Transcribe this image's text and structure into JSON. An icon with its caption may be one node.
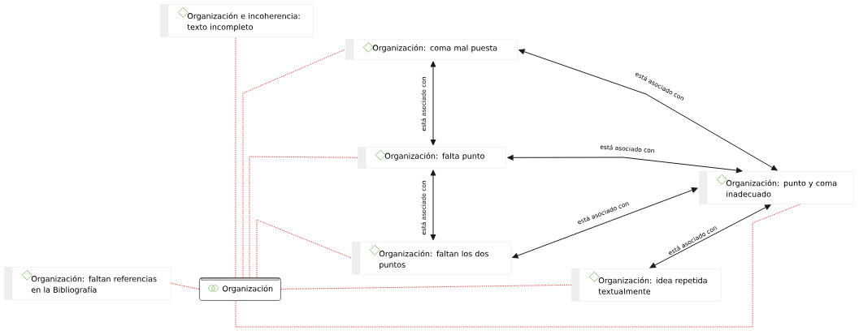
{
  "diagram": {
    "nodes": [
      {
        "text": [
          "Organización"
        ]
      },
      {
        "text": [
          "Organización e incoherencia: texto incompleto"
        ]
      },
      {
        "text": [
          "Organización: coma mal puesta"
        ]
      },
      {
        "text": [
          "Organización: falta punto"
        ]
      },
      {
        "text": [
          "Organización: faltan los dos puntos"
        ]
      },
      {
        "text": [
          "Organización: faltan referencias en la Bibliografía"
        ]
      },
      {
        "text": [
          "Organización: punto y coma inadecuado"
        ]
      },
      {
        "text": [
          "Organización: idea repetida textualmente"
        ]
      }
    ],
    "edges": [
      {
        "from": 0,
        "to": 1,
        "arrow": "none",
        "style": "dashed"
      },
      {
        "from": 0,
        "to": 2,
        "arrow": "none",
        "style": "dashed"
      },
      {
        "from": 0,
        "to": 3,
        "arrow": "none",
        "style": "dashed"
      },
      {
        "from": 0,
        "to": 4,
        "arrow": "none",
        "style": "dashed"
      },
      {
        "from": 0,
        "to": 5,
        "arrow": "none",
        "style": "dashed"
      },
      {
        "from": 0,
        "to": 7,
        "arrow": "none",
        "style": "dashed"
      },
      {
        "from": 0,
        "to": 6,
        "arrow": "none",
        "style": "dashed"
      },
      {
        "from": 2,
        "to": 3,
        "arrow": "both",
        "label": "está asociado con",
        "color": "#1a1a1a"
      },
      {
        "from": 3,
        "to": 4,
        "arrow": "both",
        "label": "está asociado con",
        "color": "#1a1a1a"
      },
      {
        "from": 2,
        "to": 6,
        "arrow": "both",
        "label": "está asociado con",
        "color": "#1a1a1a"
      },
      {
        "from": 3,
        "to": 6,
        "arrow": "both",
        "label": "está asociado con",
        "color": "#1a1a1a"
      },
      {
        "from": 4,
        "to": 6,
        "arrow": "both",
        "label": "está asociado con",
        "color": "#1a1a1a"
      },
      {
        "from": 7,
        "to": 6,
        "arrow": "both",
        "label": "está asociado con",
        "color": "#1a1a1a"
      }
    ]
  }
}
